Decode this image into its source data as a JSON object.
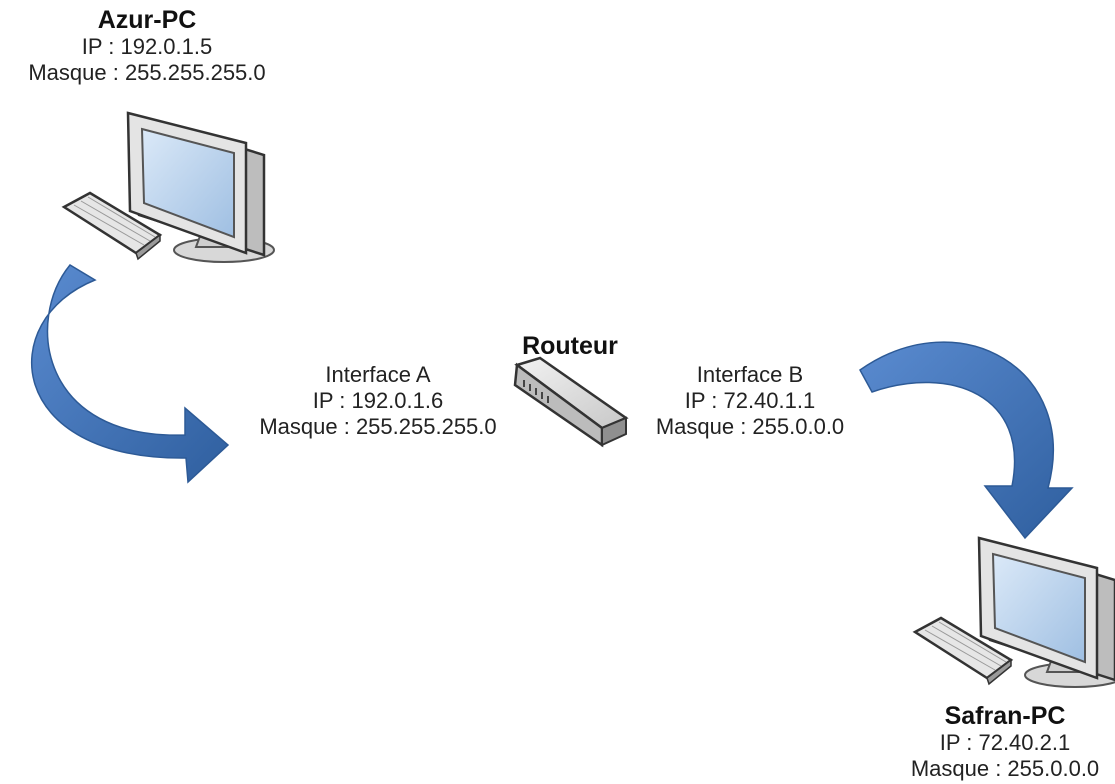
{
  "colors": {
    "arrow": "#3f6fb0",
    "arrow_dark": "#274f8a",
    "monitor_frame": "#dcdcdc",
    "screen": "#bcd4ee"
  },
  "azur": {
    "name": "Azur-PC",
    "ip": "IP : 192.0.1.5",
    "mask": "Masque : 255.255.255.0",
    "icon": "computer-icon"
  },
  "router": {
    "name": "Routeur",
    "icon": "router-icon"
  },
  "iface_a": {
    "name": "Interface A",
    "ip": "IP : 192.0.1.6",
    "mask": "Masque : 255.255.255.0"
  },
  "iface_b": {
    "name": "Interface B",
    "ip": "IP : 72.40.1.1",
    "mask": "Masque : 255.0.0.0"
  },
  "safran": {
    "name": "Safran-PC",
    "ip": "IP : 72.40.2.1",
    "mask": "Masque : 255.0.0.0",
    "icon": "computer-icon"
  }
}
